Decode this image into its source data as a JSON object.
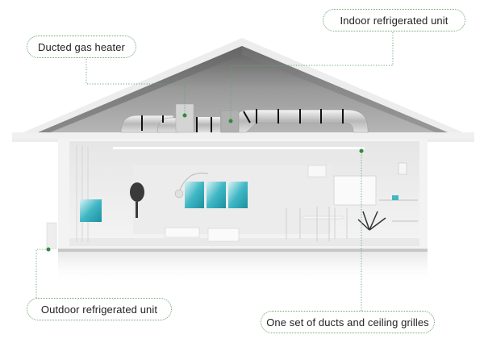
{
  "diagram": {
    "subject": "Ducted heating and refrigerated cooling system in a house cutaway",
    "labels": {
      "ducted_gas_heater": "Ducted gas heater",
      "indoor_refrigerated_unit": "Indoor refrigerated unit",
      "outdoor_refrigerated_unit": "Outdoor refrigerated unit",
      "ducts_and_grilles": "One set of ducts and ceiling grilles"
    },
    "colors": {
      "leader_line": "#6aa36f",
      "marker_dot": "#2e8b3a",
      "roof_interior": "#8c8c8c",
      "house_white": "#f2f2f2",
      "artwork_teal": "#3fb7c4"
    }
  }
}
